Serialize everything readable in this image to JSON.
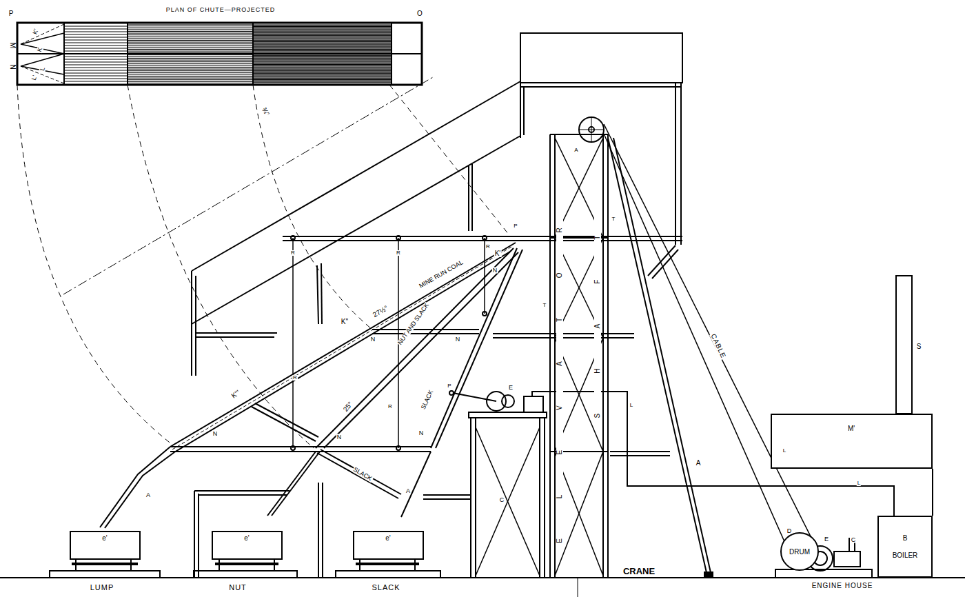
{
  "diagram": {
    "nodes": [
      {
        "text": [
          "e'"
        ]
      },
      {
        "text": [
          "e'"
        ]
      },
      {
        "text": [
          "e'"
        ]
      },
      {
        "text": [
          "DRUM"
        ]
      },
      {
        "text": [
          "M'"
        ]
      },
      {
        "text": [
          "B",
          "BOILER"
        ]
      }
    ],
    "labels": [
      "PLAN OF CHUTE—PROJECTED",
      "P",
      "O",
      "M",
      "N",
      "K'",
      "K",
      "L",
      "L'",
      "¾″",
      "27½°",
      "MINE RUN COAL",
      "K'",
      "K''",
      "NUT AND SLACK",
      "N",
      "N",
      "N",
      "N",
      "N",
      "N",
      "K'''",
      "25°",
      "R",
      "R",
      "R",
      "R",
      "R",
      "SLACK",
      "SLACK",
      "A",
      "A",
      "P",
      "E",
      "C",
      "P",
      "ELEVATOR",
      "SHAFT",
      "T",
      "T",
      "A",
      "CABLE",
      "A",
      "S",
      "L",
      "L",
      "L",
      "D",
      "E",
      "C",
      "CRANE",
      "ENGINE HOUSE",
      "LUMP",
      "NUT",
      "SLACK"
    ]
  }
}
